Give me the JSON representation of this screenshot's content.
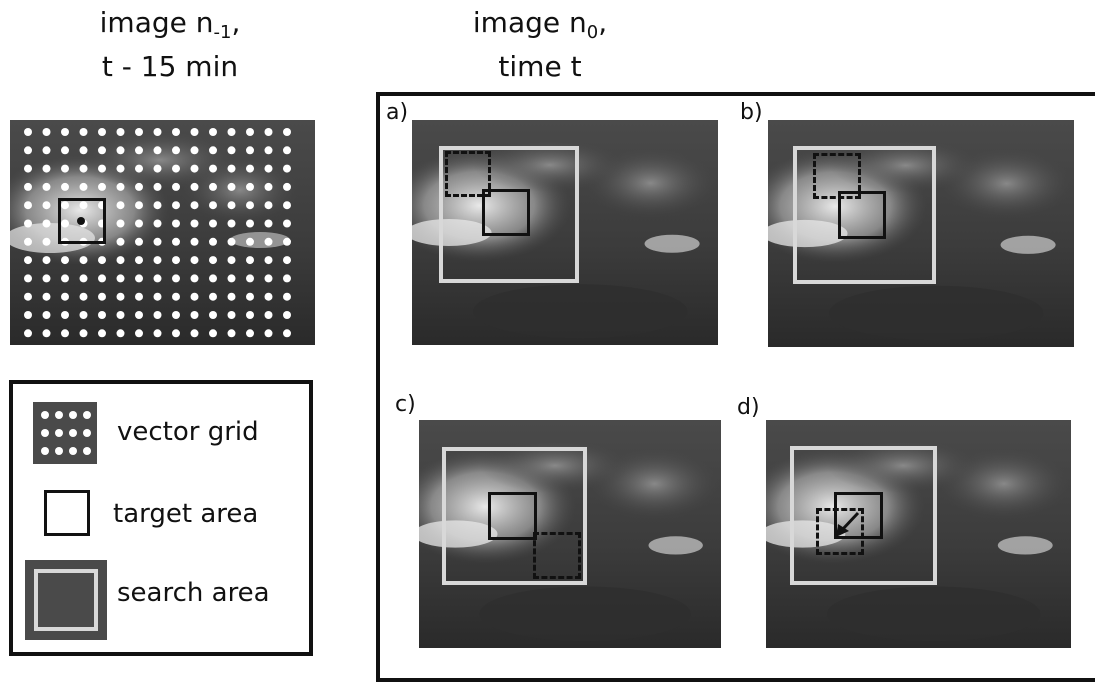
{
  "titles": {
    "left_line1_prefix": "image n",
    "left_line1_sub": "-1",
    "left_line1_suffix": ",",
    "left_line2": "t - 15 min",
    "right_line1_prefix": "image n",
    "right_line1_sub": "0",
    "right_line1_suffix": ",",
    "right_line2": "time t"
  },
  "panels": [
    {
      "label": "a)"
    },
    {
      "label": "b)"
    },
    {
      "label": "c)"
    },
    {
      "label": "d)"
    }
  ],
  "legend": {
    "items": [
      {
        "label": "vector grid"
      },
      {
        "label": "target area"
      },
      {
        "label": "search area"
      }
    ]
  },
  "colors": {
    "search_area": "#d8d8d8",
    "target_area": "#111111",
    "grid_dot": "#ffffff",
    "satellite_dark": "#3a3a3a"
  }
}
